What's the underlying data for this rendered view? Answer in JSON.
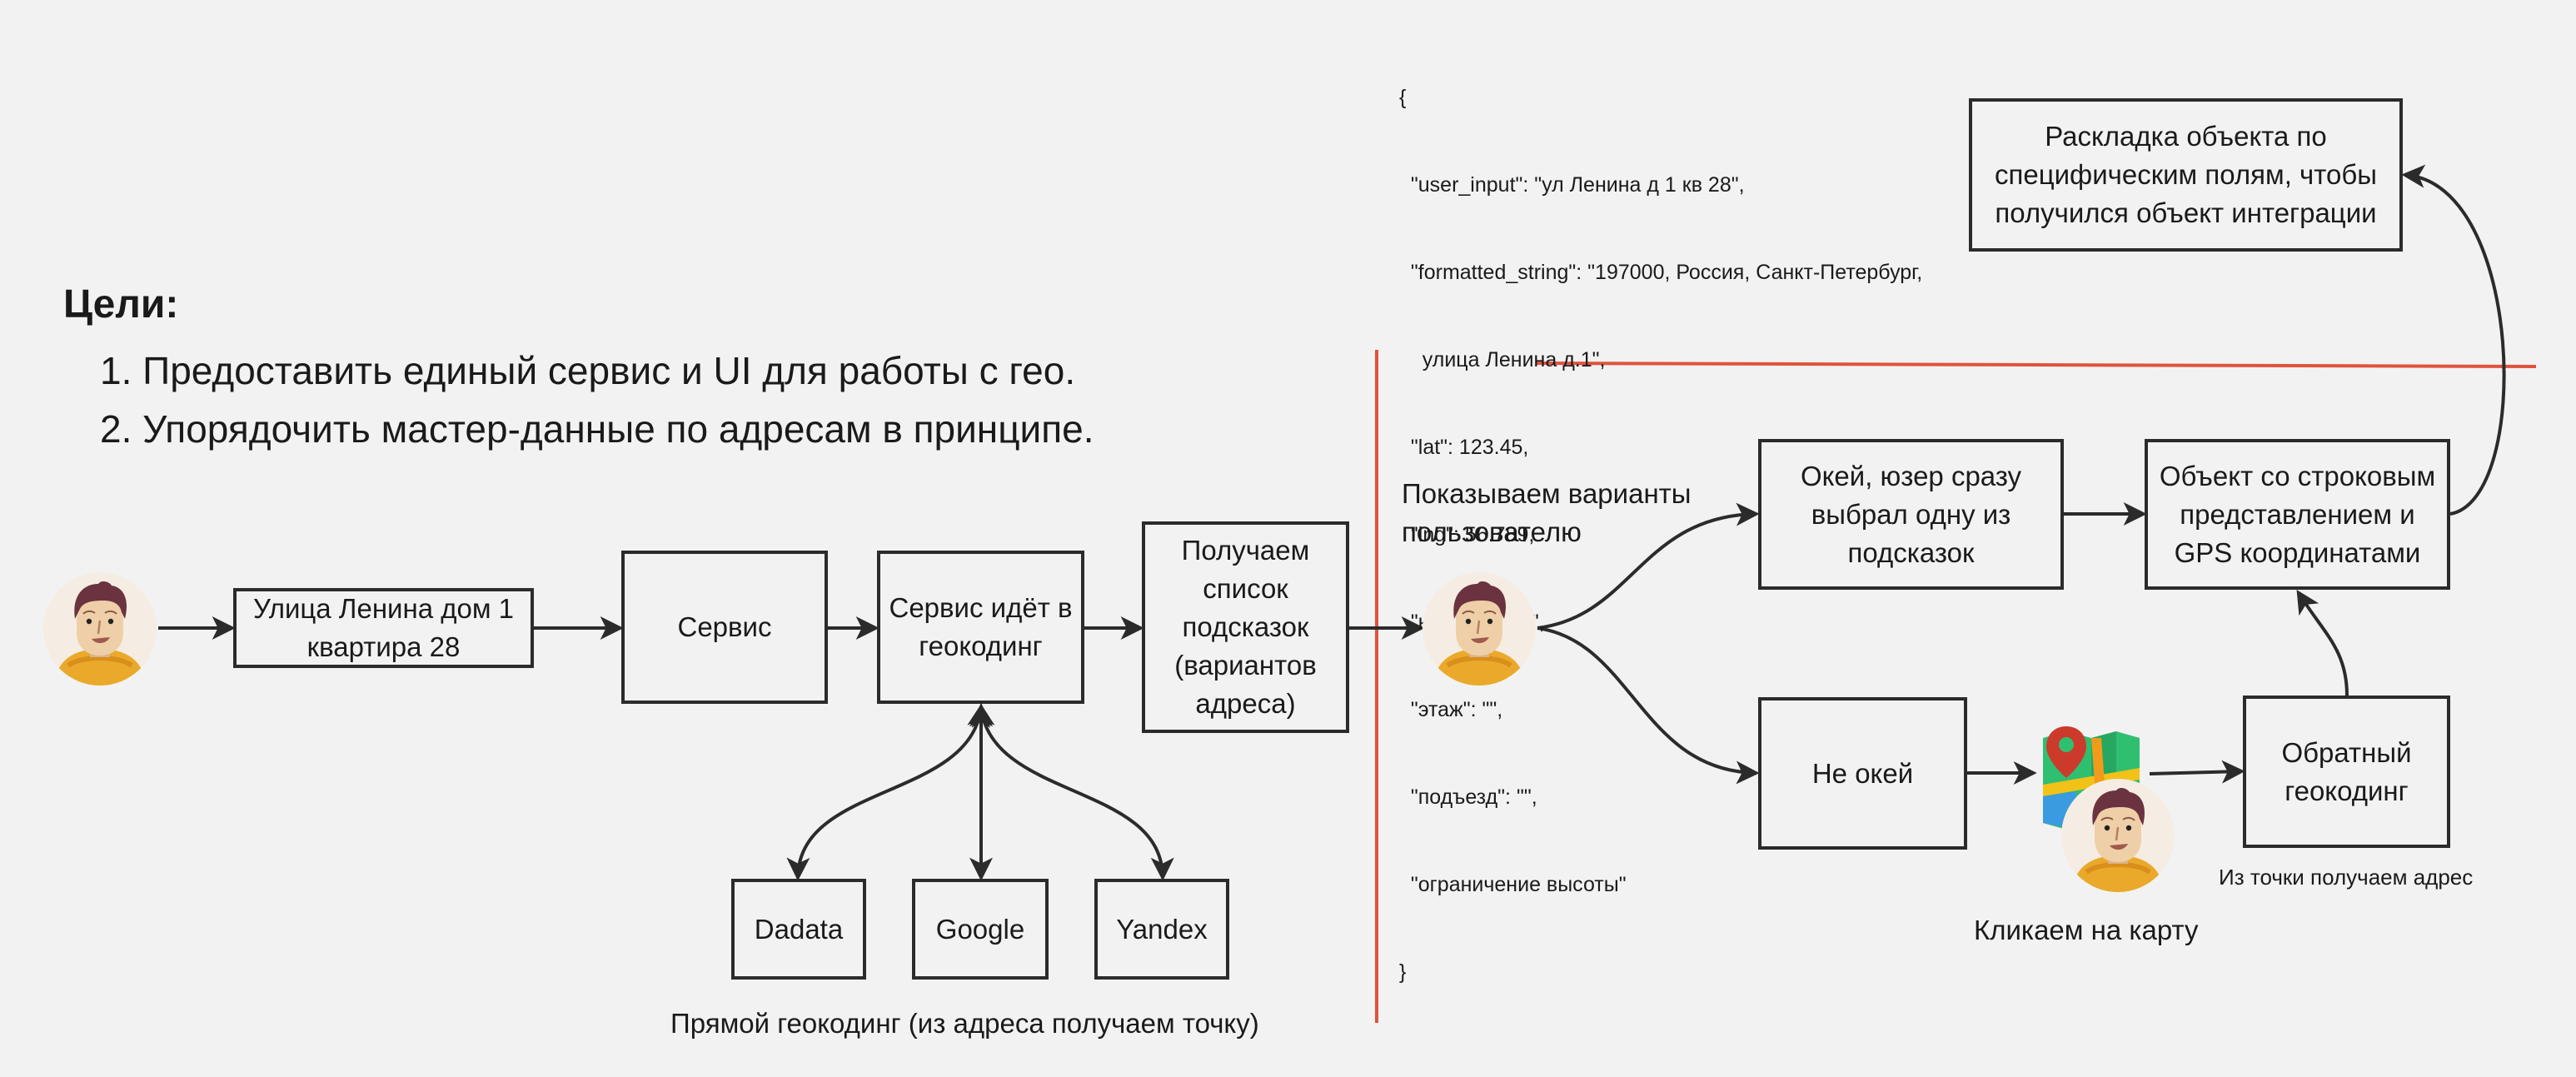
{
  "goals": {
    "title": "Цели:",
    "items": [
      "1. Предоставить единый сервис и UI для работы с гео.",
      "2. Упорядочить мастер-данные по адресам в принципе."
    ]
  },
  "json_example": {
    "lines": [
      "{",
      "  \"user_input\": \"ул Ленина д 1 кв 28\",",
      "  \"formatted_string\": \"197000, Россия, Санкт-Петербург,",
      "    улица Ленина д.1\",",
      "  \"lat\": 123.45,",
      "  \"lng\": 56.789,",
      "  \"квартира\": \"\",",
      "  \"этаж\": \"\",",
      "  \"подъезд\": \"\",",
      "  \"ограничение высоты\"",
      "}"
    ]
  },
  "left_flow": {
    "address_box": "Улица Ленина дом 1\nквартира 28",
    "service_box": "Сервис",
    "geocoding_box": "Сервис идёт в\nгеокодинг",
    "suggestions_box": "Получаем\nсписок\nподсказок\n(вариантов\nадреса)",
    "providers": [
      "Dadata",
      "Google",
      "Yandex"
    ],
    "forward_caption": "Прямой геокодинг (из адреса получаем точку)"
  },
  "right_flow": {
    "show_variants_label": "Показываем варианты\nпользователю",
    "ok_box": "Окей, юзер сразу\nвыбрал одну из\nподсказок",
    "object_box": "Объект со строковым\nпредставлением и\nGPS координатами",
    "mapping_box": "Раскладка объекта по\nспецифическим полям, чтобы\nполучился объект интеграции",
    "not_ok_box": "Не окей",
    "reverse_box": "Обратный\nгеокодинг",
    "reverse_caption": "Из точки получаем адрес",
    "click_map_caption": "Кликаем на карту"
  },
  "colors": {
    "background": "#f2f2f2",
    "stroke": "#2b2b2b",
    "divider": "#e0533d",
    "avatar_bg": "#f5ede3",
    "hair": "#6b3340",
    "skin": "#efcfa8",
    "shirt": "#eaa92a"
  },
  "icons": {
    "avatar": "user-avatar-icon",
    "map": "map-pin-icon"
  }
}
